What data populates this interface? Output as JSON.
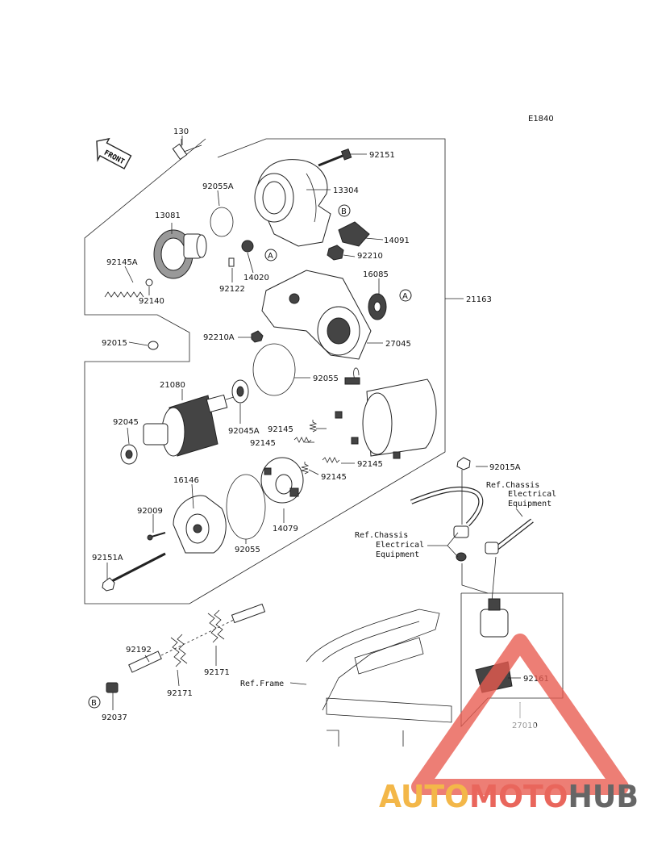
{
  "diagram_code": "E1840",
  "front_label": "FRONT",
  "parts": {
    "p130": "130",
    "p92151": "92151",
    "p92055A": "92055A",
    "p13304": "13304",
    "p13081": "13081",
    "p14091": "14091",
    "p92145A": "92145A",
    "p14020": "14020",
    "p92210": "92210",
    "p92140": "92140",
    "p92122": "92122",
    "p16085": "16085",
    "p21163": "21163",
    "p92015": "92015",
    "p92210A": "92210A",
    "p27045": "27045",
    "p21080": "21080",
    "p92055_a": "92055",
    "p92045": "92045",
    "p92045A": "92045A",
    "p92145_a": "92145",
    "p92145_b": "92145",
    "p92145_c": "92145",
    "p92145_d": "92145",
    "p92015A": "92015A",
    "p16146": "16146",
    "p92009": "92009",
    "p14079": "14079",
    "p92055_b": "92055",
    "p92151A": "92151A",
    "p92192": "92192",
    "p92171_a": "92171",
    "p92171_b": "92171",
    "p92161": "92161",
    "p27010": "27010",
    "p92037": "92037"
  },
  "refs": {
    "chassis_right_1": "Ref.Chassis",
    "chassis_right_2": "Electrical",
    "chassis_right_3": "Equipment",
    "chassis_left_1": "Ref.Chassis",
    "chassis_left_2": "Electrical",
    "chassis_left_3": "Equipment",
    "frame": "Ref.Frame"
  },
  "callouts": {
    "a1": "A",
    "a2": "A",
    "b1": "B",
    "b2": "B"
  },
  "watermark": {
    "part1": "AUTO",
    "part2": "MOTO",
    "part3": "HUB",
    "color1": "#f2b13a",
    "color2": "#e85a4f",
    "color3": "#5a5a5a"
  }
}
